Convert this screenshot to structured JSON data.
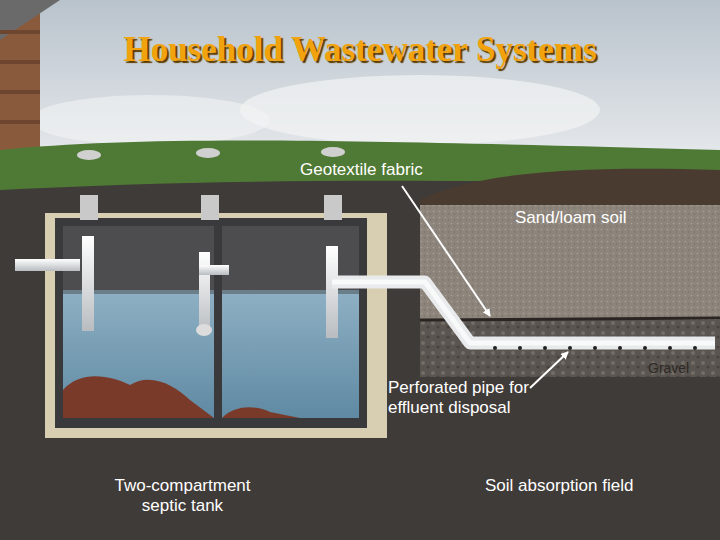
{
  "diagram": {
    "title": "Household Wastewater Systems",
    "labels": [
      "Geotextile fabric",
      "Sand/loam soil",
      "Gravel",
      "Perforated pipe for effluent disposal",
      "Two-compartment septic tank",
      "Soil absorption field"
    ]
  }
}
